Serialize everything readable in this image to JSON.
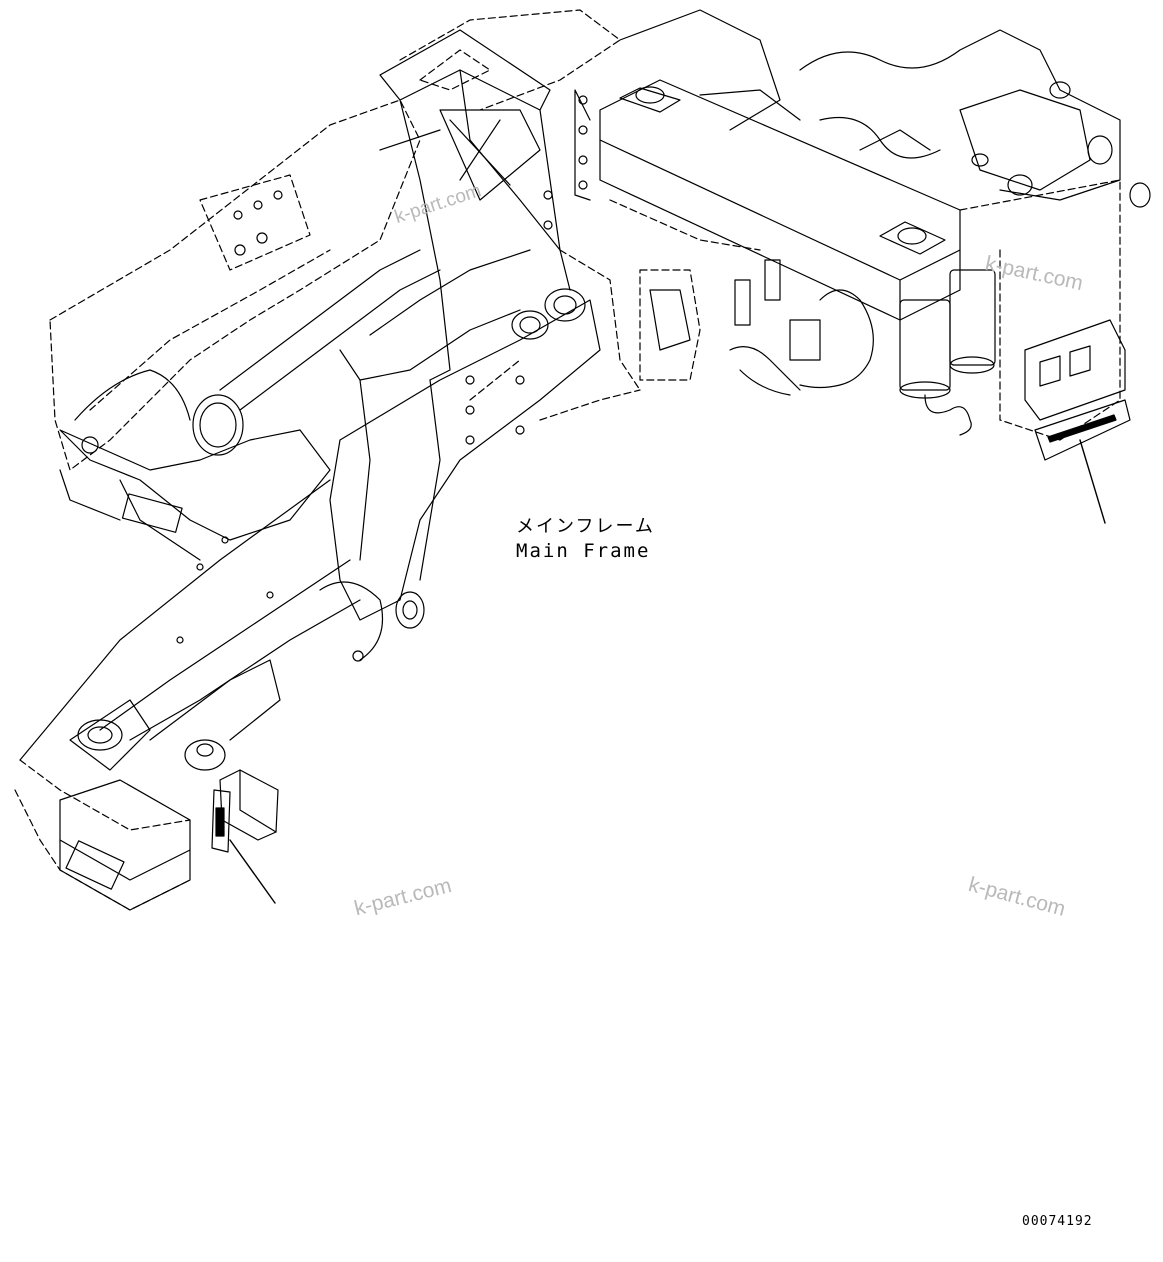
{
  "labels": {
    "main_frame_jp": "メインフレーム",
    "main_frame_en": "Main Frame",
    "drawing_number": "00074192"
  },
  "watermarks": [
    "k-part.com",
    "k-part.com",
    "k-part.com",
    "k-part.com"
  ],
  "colors": {
    "line": "#000000",
    "background": "#ffffff",
    "watermark": "#b9b9b9"
  }
}
